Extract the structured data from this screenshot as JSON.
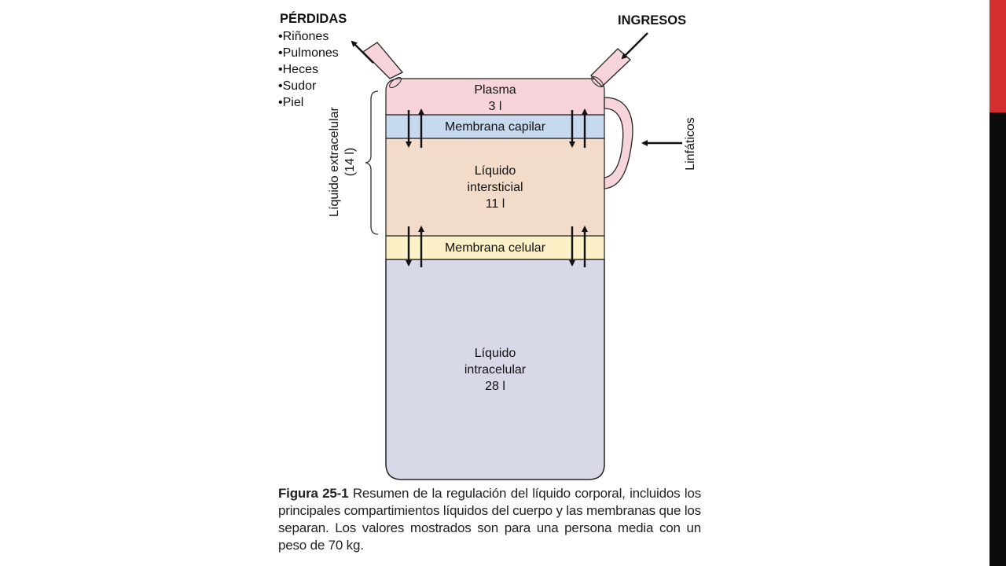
{
  "losses": {
    "title": "PÉRDIDAS",
    "items": [
      "Riñones",
      "Pulmones",
      "Heces",
      "Sudor",
      "Piel"
    ]
  },
  "intake": {
    "title": "INGRESOS"
  },
  "lymph": {
    "label": "Linfáticos"
  },
  "extracellular": {
    "line1": "Líquido extracelular",
    "line2": "(14 l)"
  },
  "compartments": {
    "plasma": {
      "name": "Plasma",
      "volume": "3 l",
      "color": "#f7d3da"
    },
    "capillary_membrane": {
      "name": "Membrana capilar",
      "color": "#c7d9ee"
    },
    "interstitial": {
      "line1": "Líquido",
      "line2": "intersticial",
      "volume": "11 l",
      "color": "#f2dcc9"
    },
    "cell_membrane": {
      "name": "Membrana celular",
      "color": "#fbf0c6"
    },
    "intracellular": {
      "line1": "Líquido",
      "line2": "intracelular",
      "volume": "28 l",
      "color": "#d7d9e8"
    }
  },
  "caption": {
    "figure": "Figura 25-1",
    "text": "Resumen de la regulación del líquido corporal, incluidos los principales compartimientos líquidos del cuerpo y las membranas que los separan. Los valores mostrados son para una persona media con un peso de 70 kg."
  }
}
